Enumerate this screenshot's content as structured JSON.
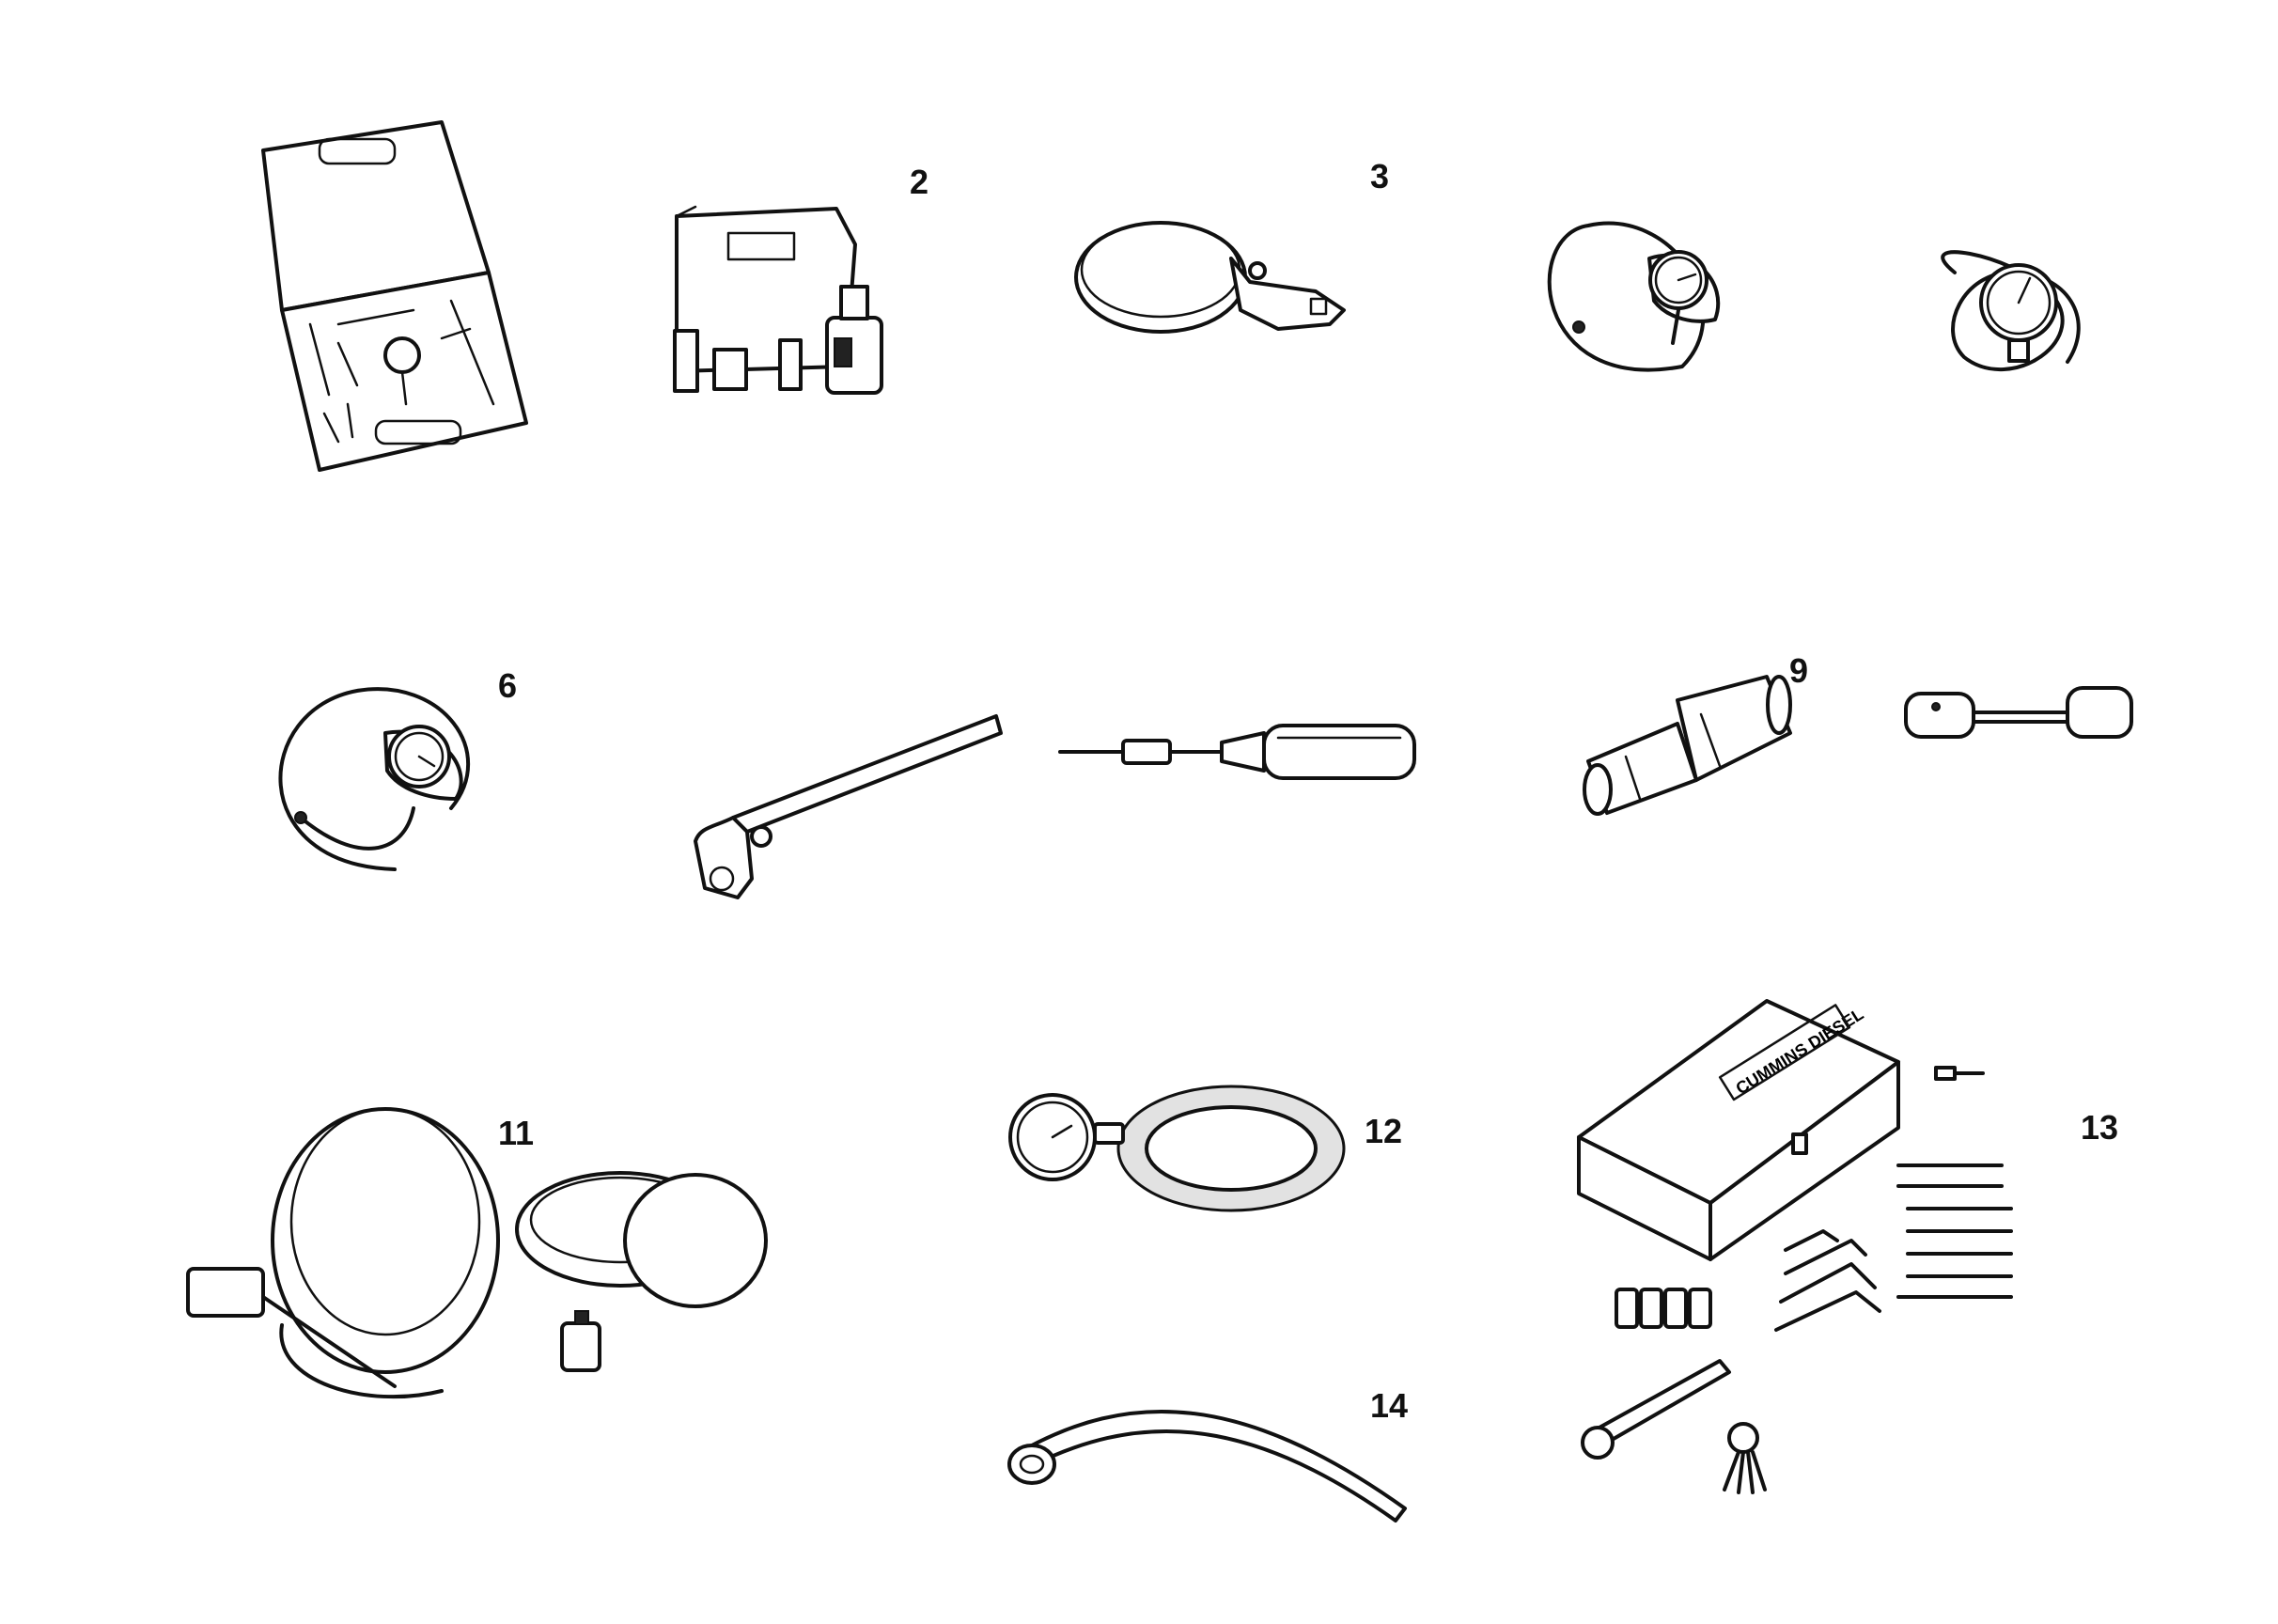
{
  "labels": {
    "n2": "2",
    "n3": "3",
    "n6": "6",
    "n9": "9",
    "n11": "11",
    "n12": "12",
    "n13": "13",
    "n14": "14"
  },
  "decals": {
    "toolbox_brand": "CUMMINS DIESEL"
  },
  "colors": {
    "ink": "#111111",
    "paper": "#ffffff"
  }
}
